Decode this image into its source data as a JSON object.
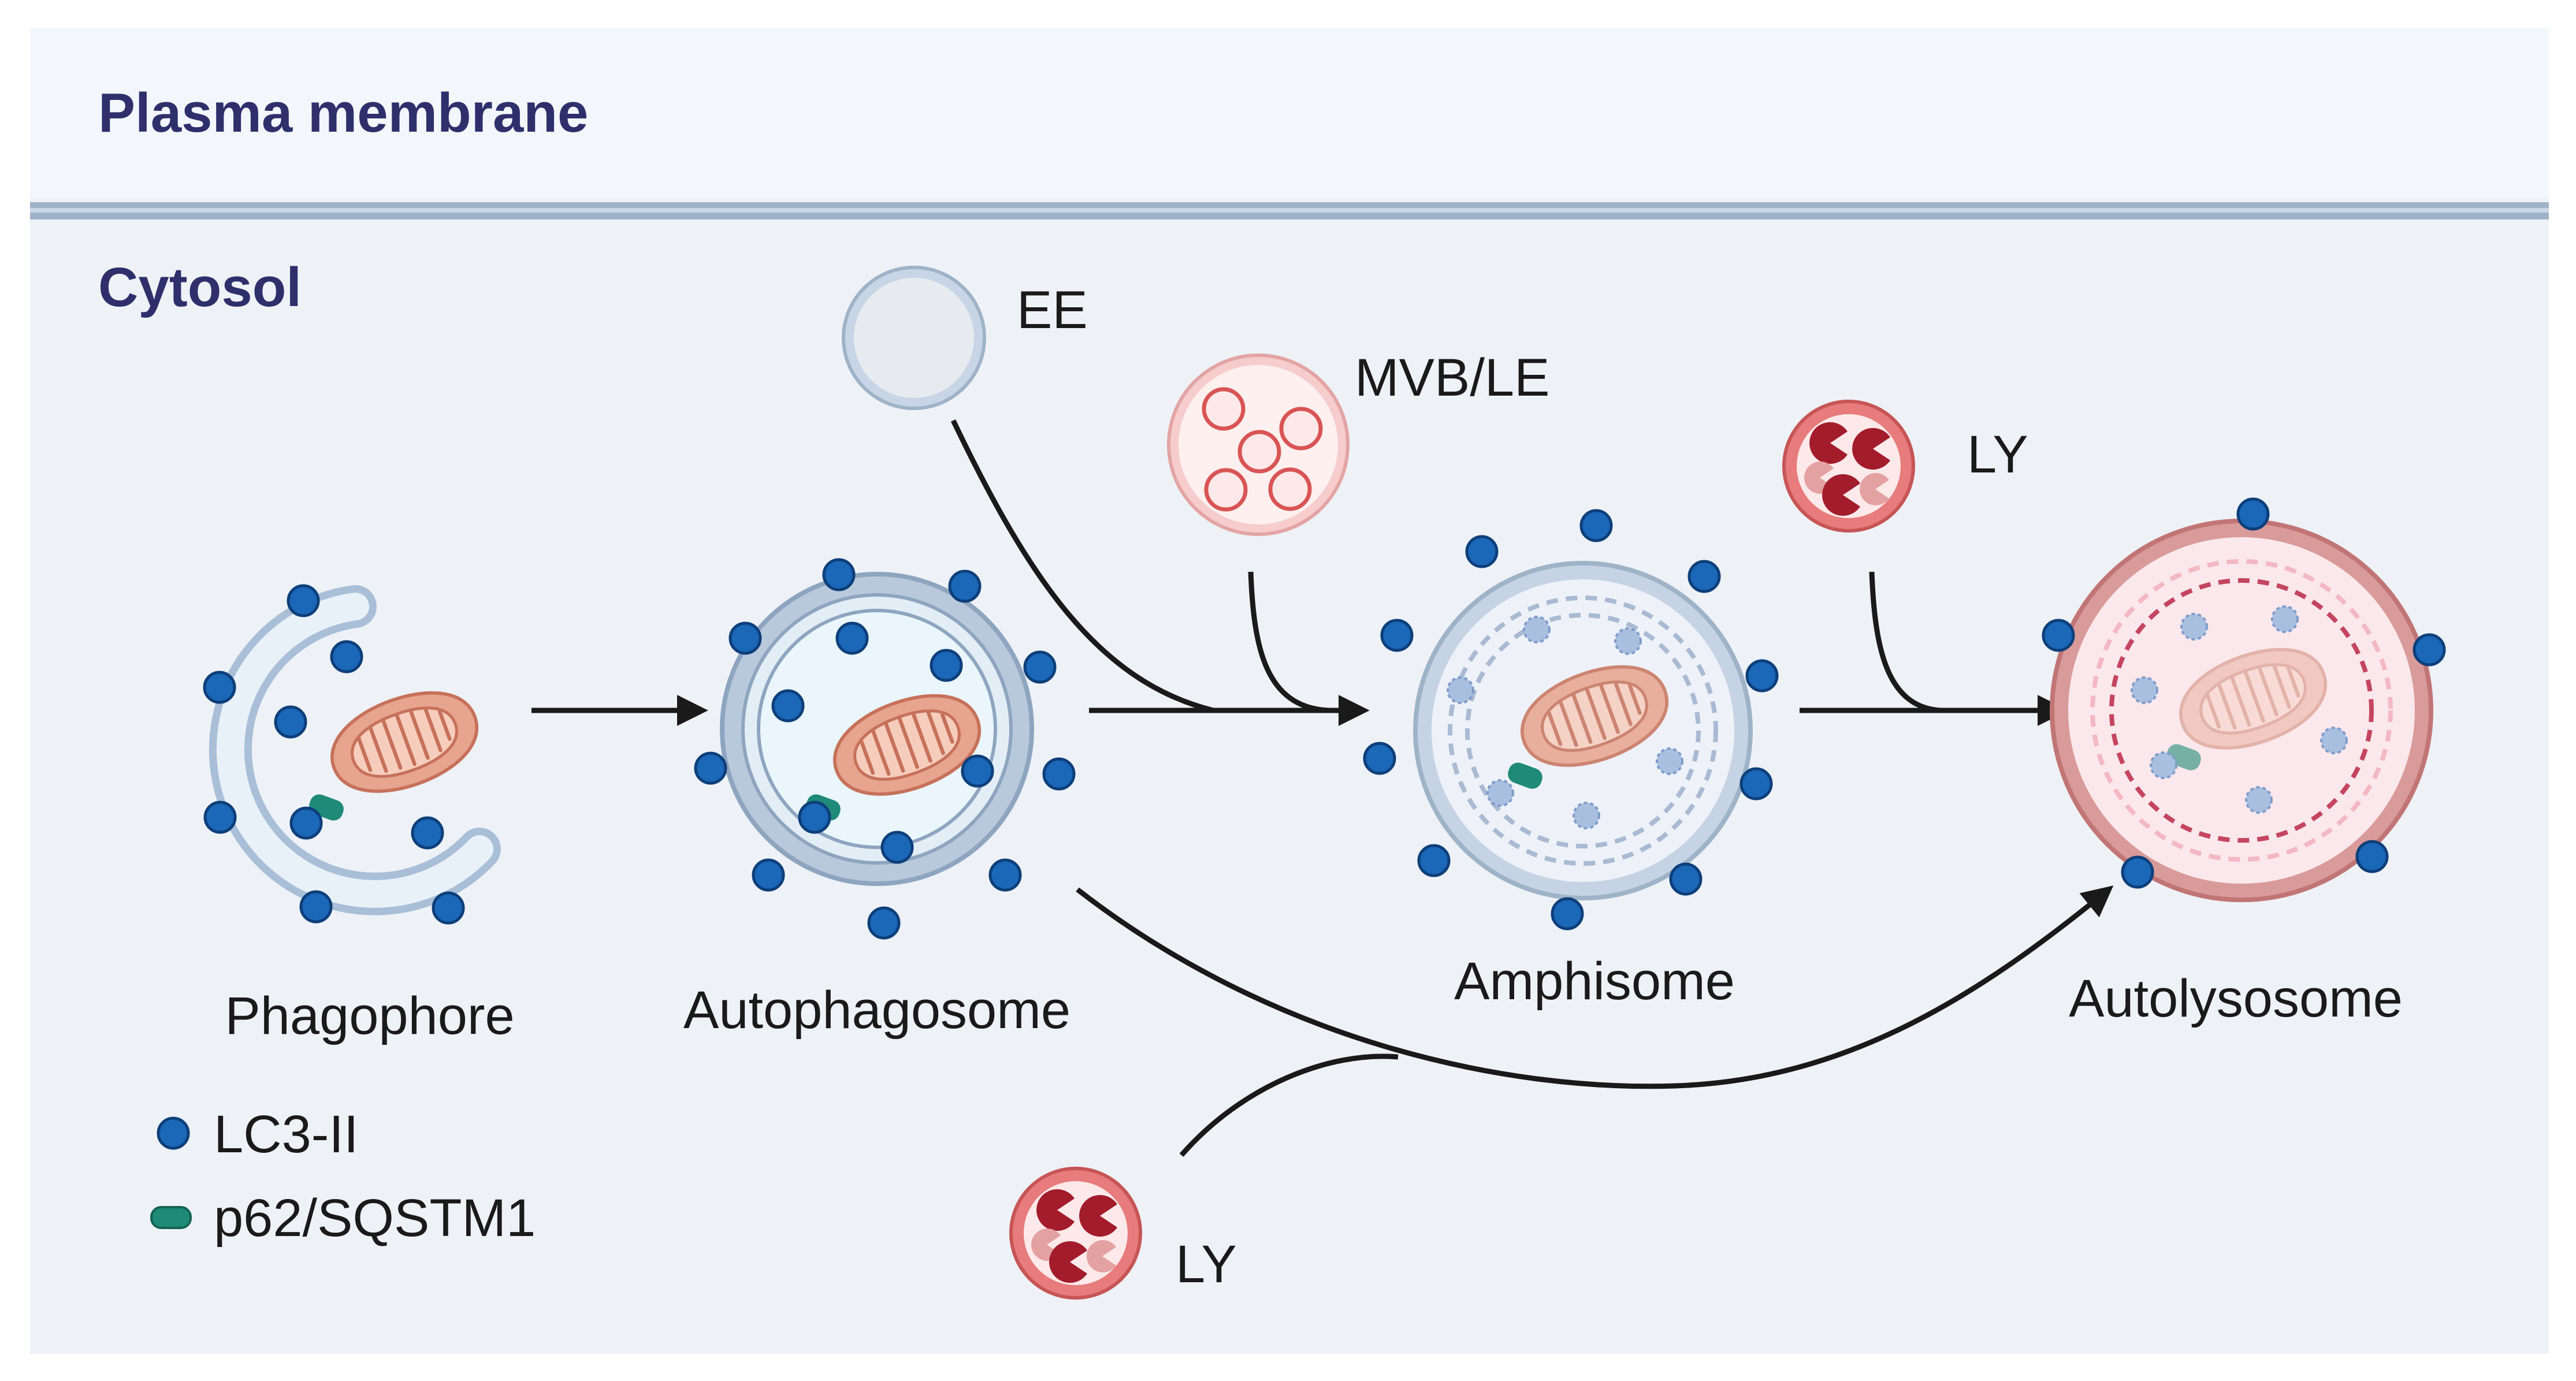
{
  "regions": {
    "top": "Plasma membrane",
    "bottom": "Cytosol"
  },
  "stages": {
    "phagophore": "Phagophore",
    "autophagosome": "Autophagosome",
    "amphisome": "Amphisome",
    "autolysosome": "Autolysosome"
  },
  "vesicles": {
    "early_endosome": "EE",
    "multivesicular_body": "MVB/LE",
    "lysosome_top": "LY",
    "lysosome_bottom": "LY"
  },
  "legend": {
    "lc3": "LC3-II",
    "p62": "p62/SQSTM1"
  },
  "colors": {
    "region_title": "#2e2f6b",
    "membrane_band": "#f3f6fb",
    "cytosol_bg": "#eef2f7",
    "membrane_line": "#9fb3c8",
    "lc3_dot": "#1b67b8",
    "p62": "#1e8a77",
    "mitochondrion": "#e7a48e",
    "lysosome_rim": "#e07575",
    "arrow": "#1a1a1a"
  }
}
